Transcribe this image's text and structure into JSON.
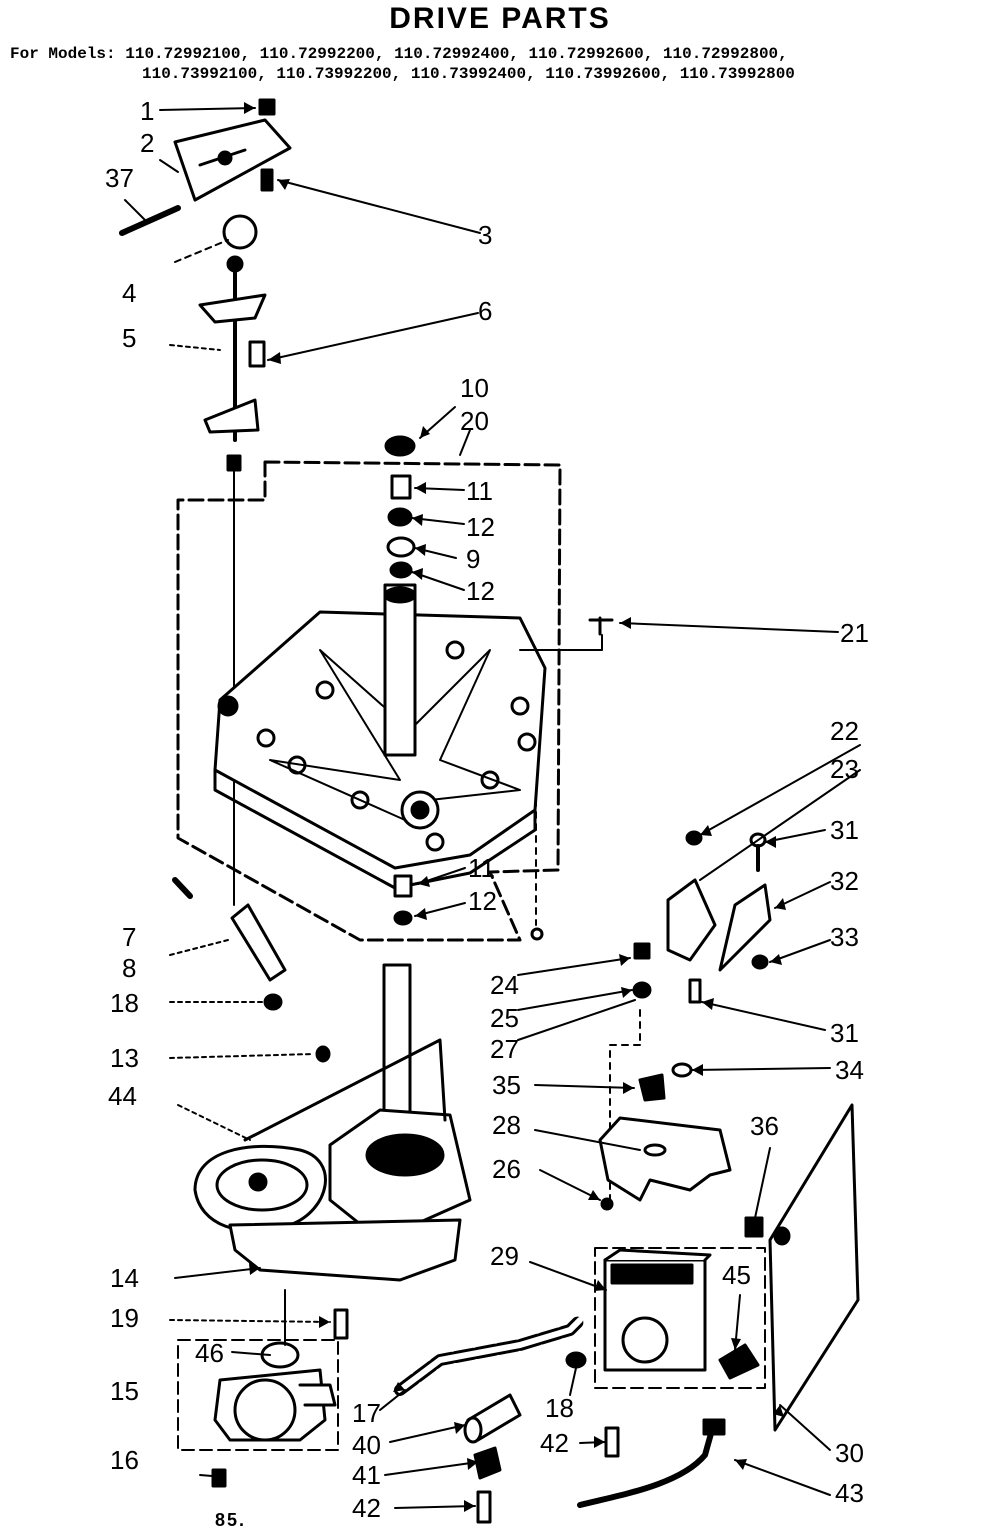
{
  "title": "DRIVE PARTS",
  "models": {
    "prefix": "For Models:",
    "line1": "110.72992100, 110.72992200, 110.72992400, 110.72992600, 110.72992800,",
    "line2": "110.73992100, 110.73992200, 110.73992400, 110.73992600, 110.73992800"
  },
  "callouts": {
    "c1": "1",
    "c2": "2",
    "c37": "37",
    "c3": "3",
    "c4": "4",
    "c5": "5",
    "c6": "6",
    "c10": "10",
    "c20": "20",
    "c11a": "11",
    "c12a": "12",
    "c9": "9",
    "c12b": "12",
    "c21": "21",
    "c22": "22",
    "c23": "23",
    "c31a": "31",
    "c32": "32",
    "c33": "33",
    "c11b": "11",
    "c12c": "12",
    "c7": "7",
    "c8": "8",
    "c18a": "18",
    "c24": "24",
    "c25": "25",
    "c27": "27",
    "c31b": "31",
    "c13": "13",
    "c44": "44",
    "c35": "35",
    "c34": "34",
    "c28": "28",
    "c36": "36",
    "c26": "26",
    "c14": "14",
    "c29": "29",
    "c45": "45",
    "c19": "19",
    "c46": "46",
    "c15": "15",
    "c17": "17",
    "c18b": "18",
    "c40": "40",
    "c30": "30",
    "c16": "16",
    "c42a": "42",
    "c41": "41",
    "c43": "43",
    "c42b": "42"
  },
  "diagram_code": "85."
}
